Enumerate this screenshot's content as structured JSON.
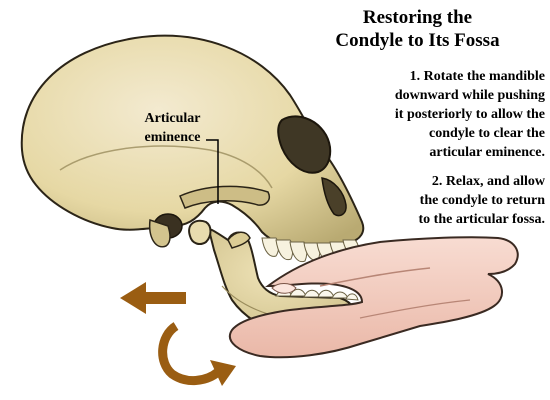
{
  "title": {
    "line1": "Restoring the",
    "line2": "Condyle to Its Fossa"
  },
  "step1": {
    "lines": [
      "1. Rotate the mandible",
      "downward while pushing",
      "it posteriorly to allow the",
      "condyle to clear the",
      "articular eminence."
    ]
  },
  "step2": {
    "lines": [
      "2. Relax, and allow",
      "the condyle to return",
      "to the articular fossa."
    ]
  },
  "label": {
    "line1": "Articular",
    "line2": "eminence"
  },
  "colors": {
    "bone": "#e9dcaa",
    "bone_shadow": "#8a7f53",
    "skin": "#f5d2c6",
    "arrow": "#9a5d12"
  },
  "icons": {
    "posterior_arrow": "left-arrow-icon",
    "rotation_arrow": "curved-rotate-arrow-icon"
  }
}
